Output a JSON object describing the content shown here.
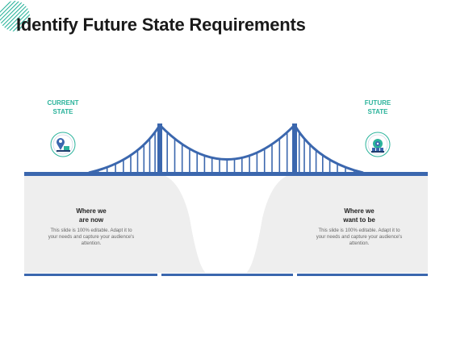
{
  "title": "Identify Future State Requirements",
  "colors": {
    "bridge": "#3b67ae",
    "accent": "#2bb39b",
    "panel": "#eeeeee",
    "title_deco": "#2bb39b"
  },
  "current": {
    "label_line1": "CURRENT",
    "label_line2": "STATE",
    "icon": "person-location-icon",
    "heading_line1": "Where we",
    "heading_line2": "are now",
    "body": "This slide is 100% editable. Adapt it to your needs and capture your audience's attention."
  },
  "future": {
    "label_line1": "FUTURE",
    "label_line2": "STATE",
    "icon": "money-target-icon",
    "heading_line1": "Where we",
    "heading_line2": "want to be",
    "body": "This slide is 100% editable. Adapt it to your needs and capture your audience's attention."
  }
}
